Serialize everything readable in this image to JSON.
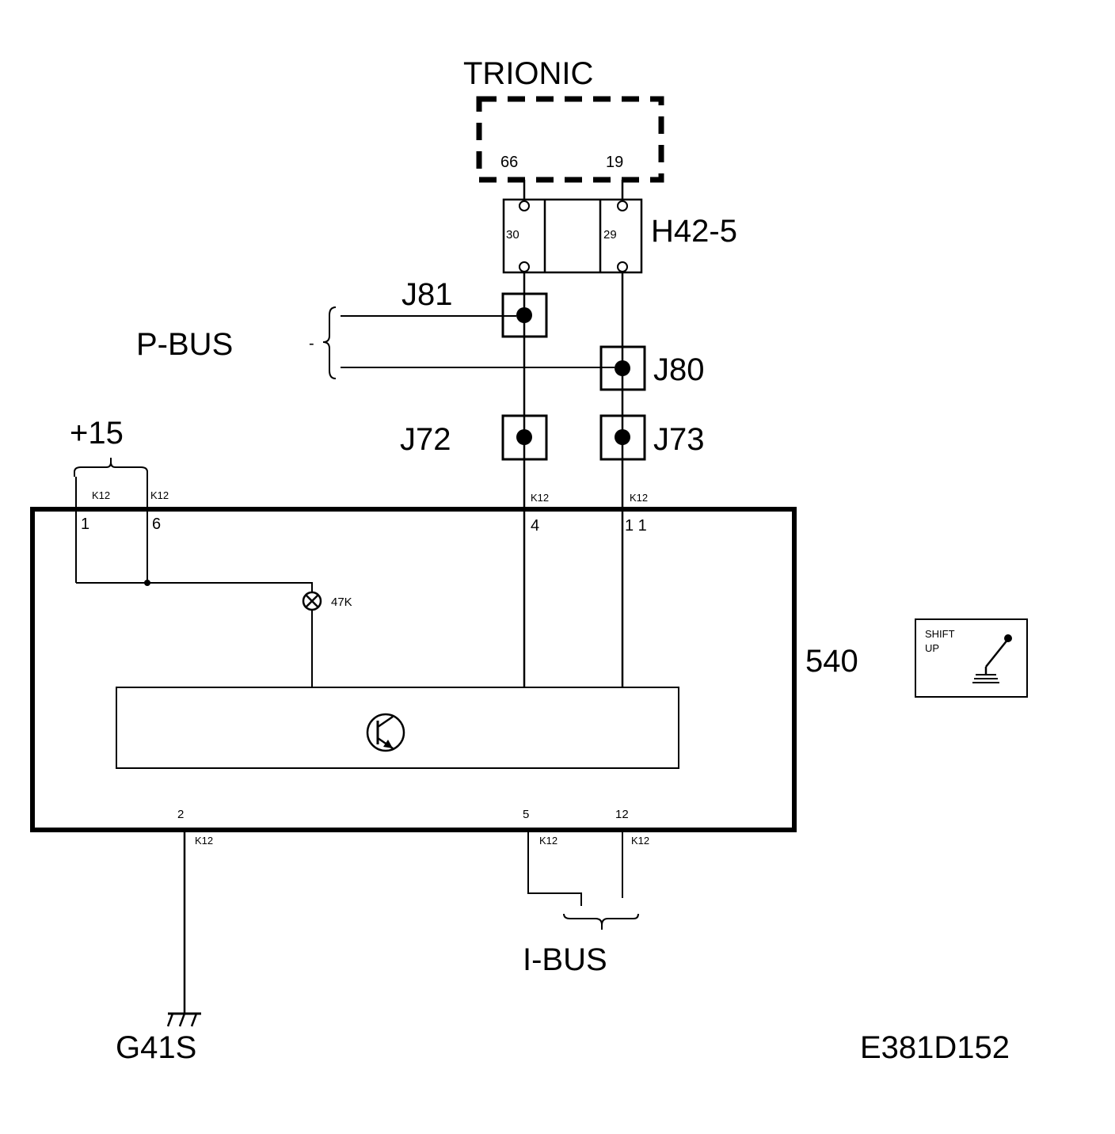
{
  "labels": {
    "trionic": "TRIONIC",
    "h42": "H42-5",
    "pbus": "P-BUS",
    "pbus_sign": "-",
    "ibus": "I-BUS",
    "plus15": "+15",
    "module": "540",
    "ground": "G41S",
    "diagram_code": "E381D152",
    "lamp": "47K"
  },
  "trionic_pins": {
    "left": "66",
    "right": "19"
  },
  "h42_pins": {
    "left": "30",
    "right": "29"
  },
  "splices": {
    "j81": "J81",
    "j80": "J80",
    "j72": "J72",
    "j73": "J73"
  },
  "connector_codes": {
    "top_1": "K12",
    "top_6": "K12",
    "top_4": "K12",
    "top_11": "K12",
    "bottom_2": "K12",
    "bottom_5": "K12",
    "bottom_12": "K12"
  },
  "module_pins": {
    "top": {
      "p1": "1",
      "p6": "6",
      "p4": "4",
      "p11": "1 1"
    },
    "bottom": {
      "p2": "2",
      "p5": "5",
      "p12": "12"
    }
  },
  "shift_up_icon": {
    "line1": "SHIFT",
    "line2": "UP"
  }
}
